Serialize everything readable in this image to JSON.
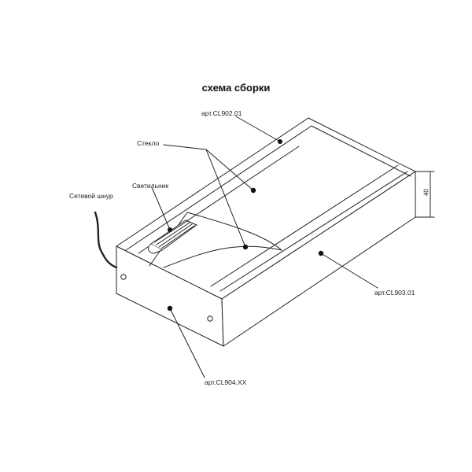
{
  "title": "схема сборки",
  "labels": {
    "art_top": "арт.CL902.01",
    "glass": "Стекло",
    "lamp": "Светильник",
    "cord": "Сетевой шнур",
    "art_right": "арт.CL903.01",
    "art_bottom": "арт.CL904.XX"
  },
  "dimension": "40"
}
